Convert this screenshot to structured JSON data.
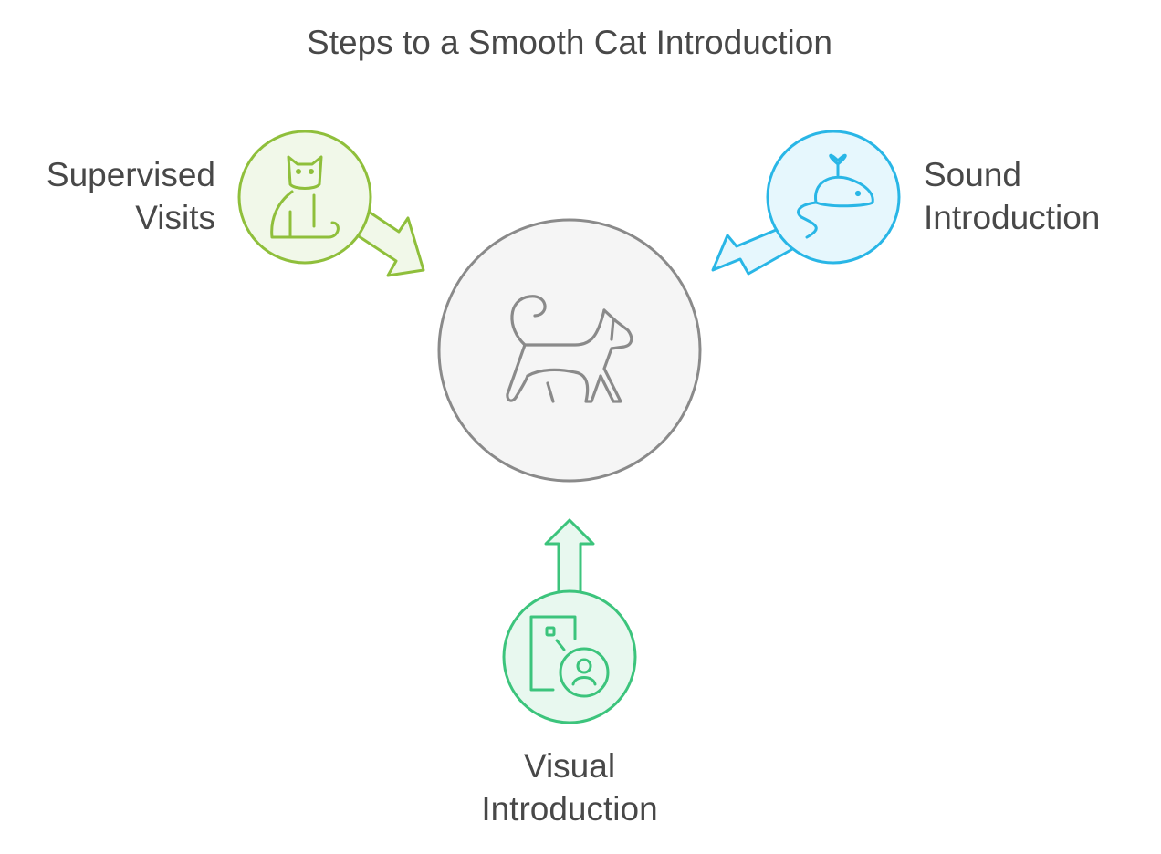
{
  "title": "Steps to a Smooth Cat Introduction",
  "center": {
    "icon": "walking-cat-icon"
  },
  "steps": [
    {
      "id": "supervised",
      "lines": [
        "Supervised",
        "Visits"
      ],
      "icon": "sitting-cat-icon",
      "color": "#8fbf3b",
      "fill": "#f1f8e9"
    },
    {
      "id": "sound",
      "lines": [
        "Sound",
        "Introduction"
      ],
      "icon": "toy-mouse-icon",
      "color": "#29b6e6",
      "fill": "#e6f7fd"
    },
    {
      "id": "visual",
      "lines": [
        "Visual",
        "Introduction"
      ],
      "icon": "photo-person-icon",
      "color": "#3cc47c",
      "fill": "#e8f8ef"
    }
  ]
}
